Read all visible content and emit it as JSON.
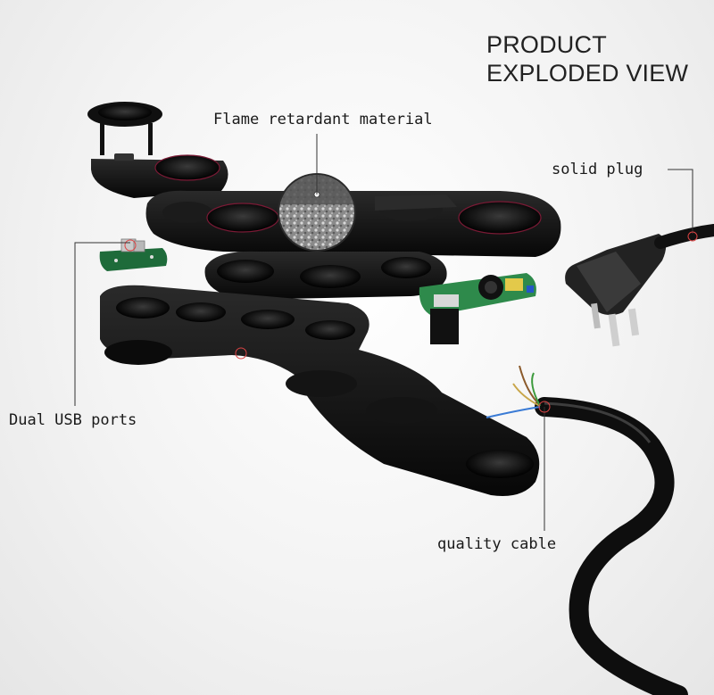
{
  "title": {
    "line1": "PRODUCT",
    "line2": "EXPLODED VIEW"
  },
  "callouts": {
    "flame": "Flame retardant material",
    "plug": "solid plug",
    "usb": "Dual USB ports",
    "cable": "quality cable"
  }
}
